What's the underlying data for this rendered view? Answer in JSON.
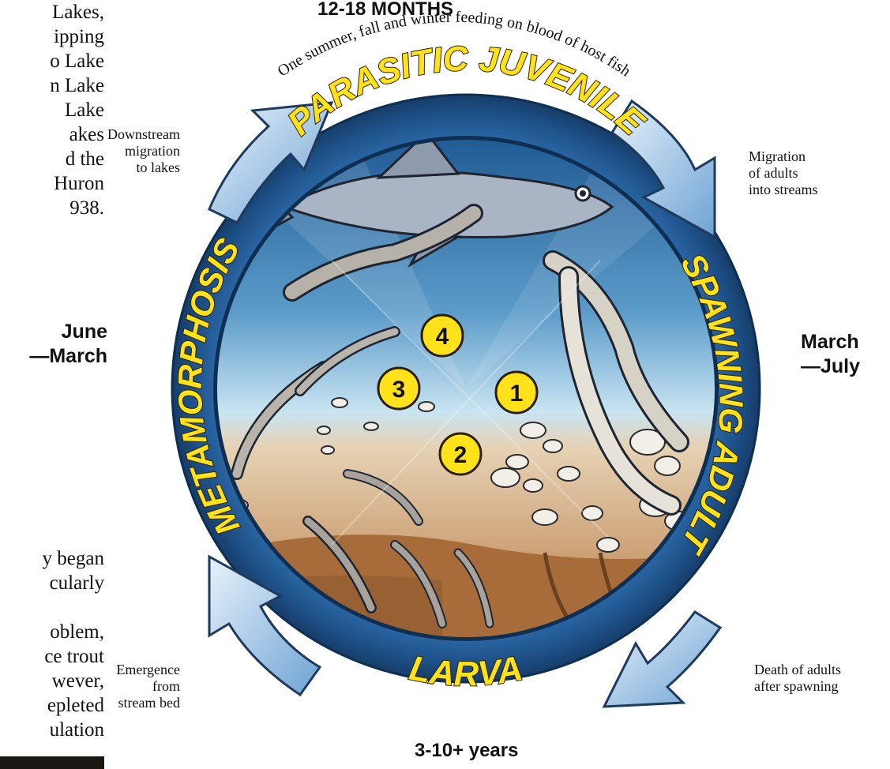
{
  "left_column_top": [
    "Lakes,",
    "ipping",
    "o Lake",
    "n Lake",
    "Lake",
    "akes",
    "d the",
    "Huron",
    "938."
  ],
  "left_column_bottom": [
    "y began",
    "cularly",
    "",
    "oblem,",
    "ce trout",
    "wever,",
    "epleted",
    "ulation"
  ],
  "header": {
    "duration": "12-18 MONTHS"
  },
  "footer": {
    "duration": "3-10+ years"
  },
  "stage_names": {
    "top": "PARASITIC JUVENILE",
    "right": "SPAWNING ADULT",
    "bottom": "LARVA",
    "left": "METAMORPHOSIS"
  },
  "feeding_note": "One summer, fall and winter feeding on blood of host fish",
  "timing": {
    "left": [
      "June",
      "—March"
    ],
    "right": [
      "March",
      "—July"
    ]
  },
  "transition_notes": {
    "downstream": [
      "Downstream",
      "migration",
      "to lakes"
    ],
    "migration_adults": [
      "Migration",
      "of adults",
      "into streams"
    ],
    "death_adults": [
      "Death of adults",
      "after spawning"
    ],
    "emergence": [
      "Emergence",
      "from",
      "stream bed"
    ]
  },
  "stage_numbers": [
    "1",
    "2",
    "3",
    "4"
  ],
  "colors": {
    "ring_dark": "#1d4f86",
    "ring_light": "#4a86c2",
    "stage_text": "#ffe21a",
    "stage_outline": "#2b1f0a",
    "water_top": "#1f5a93",
    "water_bottom": "#c9e4f2",
    "sediment": "#c98e57",
    "sediment_dark": "#8a5a2e",
    "number_badge": "#ffe21a"
  },
  "icons": [
    "lamprey-fish-icon",
    "host-fish-icon",
    "pebble-icon",
    "cycle-arrow-icon"
  ]
}
